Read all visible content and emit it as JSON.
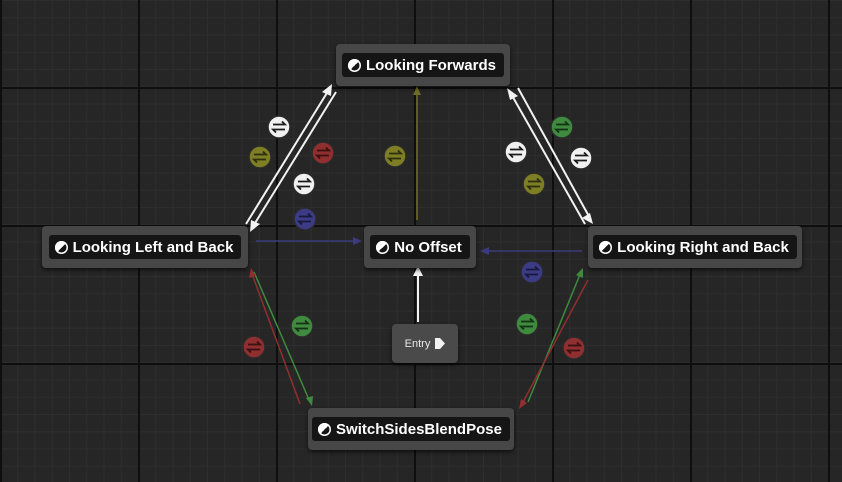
{
  "states": {
    "looking_forwards": "Looking Forwards",
    "looking_left_and_back": "Looking Left and Back",
    "no_offset": "No Offset",
    "looking_right_and_back": "Looking Right and Back",
    "switch_sides_blend_pose": "SwitchSidesBlendPose"
  },
  "entry": {
    "label": "Entry"
  },
  "colors": {
    "white": "#ffffff",
    "green": "#3f8a3f",
    "red": "#8f2f2f",
    "olive": "#7e7e24",
    "blue": "#3c3c86"
  },
  "icons": {
    "state": "state-machine-icon",
    "transition_rule": "transition-rule-icon",
    "entry_pin": "exec-pin-icon"
  }
}
